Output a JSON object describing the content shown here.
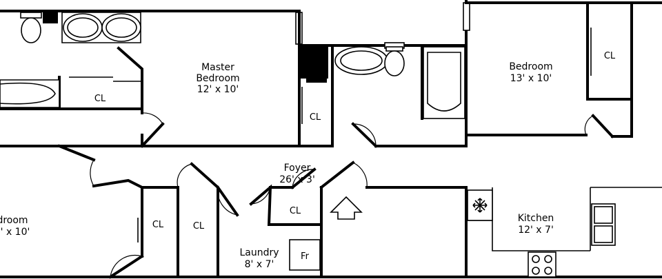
{
  "rooms": {
    "master_bedroom": {
      "name_line1": "Master",
      "name_line2": "Bedroom",
      "dims": "12' x 10'"
    },
    "bedroom_right": {
      "name": "Bedroom",
      "dims": "13' x 10'"
    },
    "bedroom_left": {
      "name": "droom",
      "dims": "' x 10'"
    },
    "foyer": {
      "name": "Foyer",
      "dims": "26' x 3'"
    },
    "laundry": {
      "name": "Laundry",
      "dims": "8' x 7'"
    },
    "kitchen": {
      "name": "Kitchen",
      "dims": "12' x 7'"
    }
  },
  "closets": {
    "label": "CL",
    "fridge_label": "Fr"
  },
  "icons": {
    "freezer": "snowflake-icon",
    "entry": "entry-arrow-icon"
  }
}
